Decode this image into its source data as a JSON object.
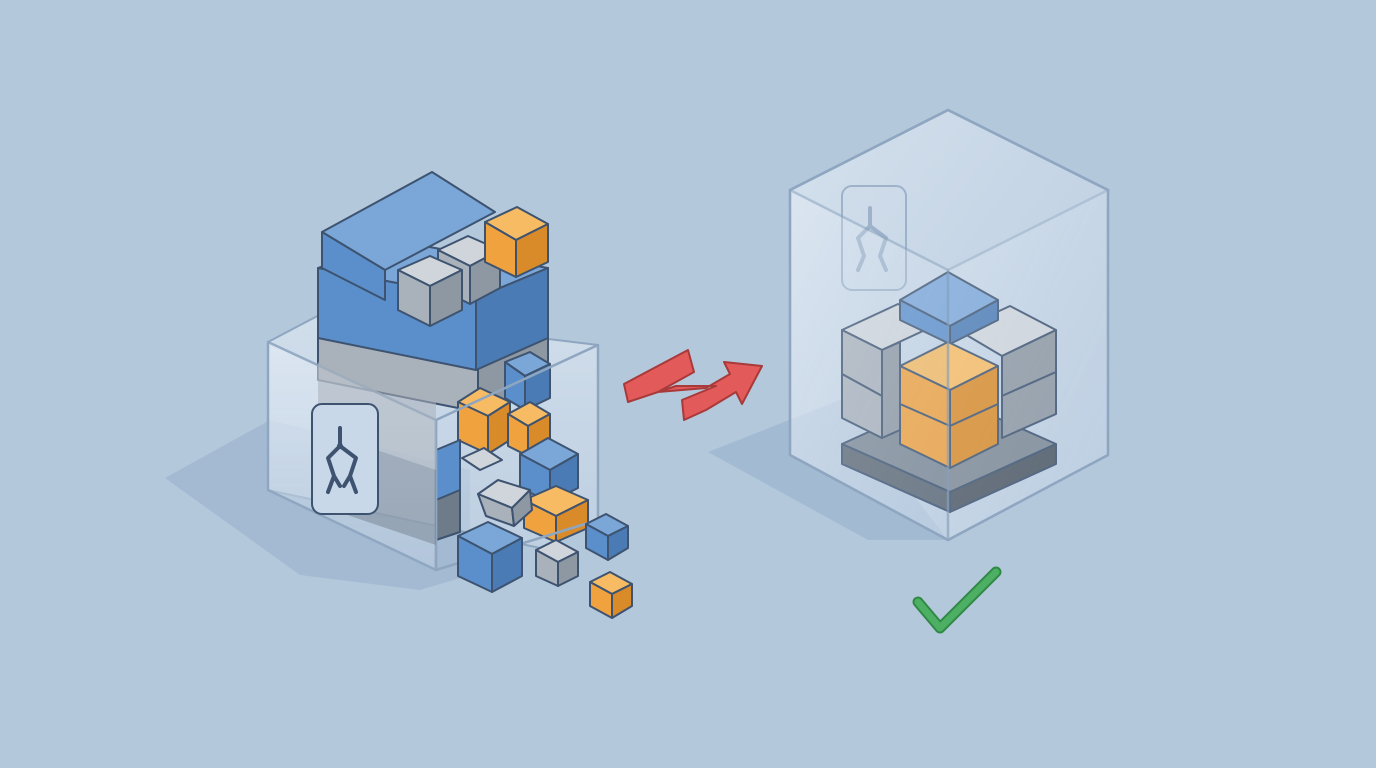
{
  "title": "",
  "colors": {
    "background": "#b4c8dc",
    "shadow": "#9db6cf",
    "blue": "#5b8fcb",
    "orange": "#f0a23f",
    "gray": "#a9b1ba",
    "dark_gray": "#6e7b88",
    "outline": "#3d5370",
    "glass": "#dde7f2",
    "arrow_red": "#e35a5a",
    "check_green": "#4caf64"
  },
  "panels": {
    "left": {
      "concept": "disorganized-stack",
      "icon": "robotic-gripper-icon",
      "blocks": {
        "blue": 7,
        "orange": 5,
        "gray": 6,
        "loose_cubes": 6
      }
    },
    "transition": {
      "icon": "zigzag-arrow-icon",
      "direction": "left-to-right"
    },
    "right": {
      "concept": "organized-cube-in-container",
      "icon": "robotic-gripper-icon",
      "blocks": {
        "blue": 1,
        "orange": 2,
        "gray": 4,
        "dark_base": 1
      },
      "status_icon": "checkmark-icon"
    }
  }
}
